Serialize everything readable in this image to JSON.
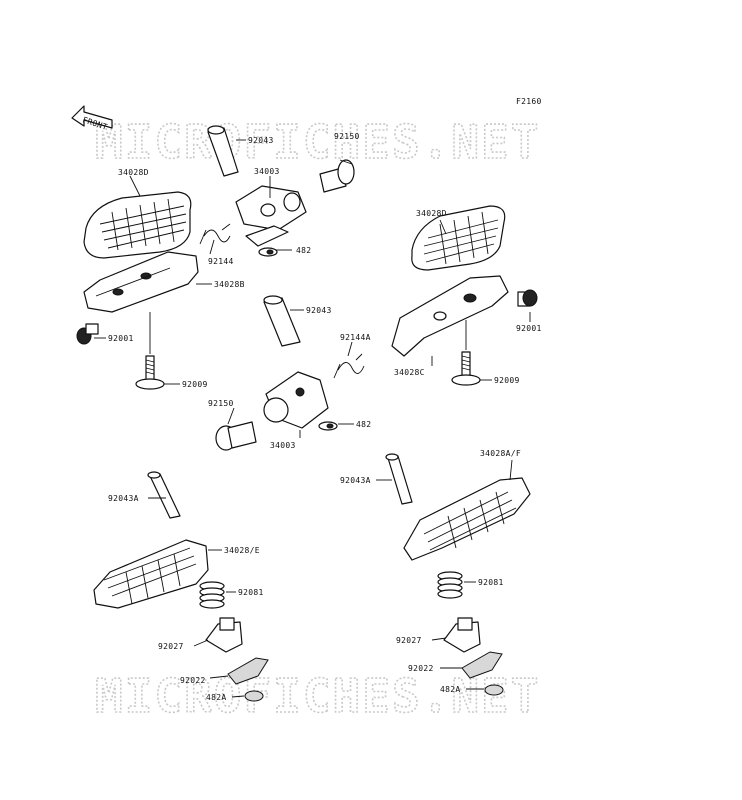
{
  "diagram_code": "F2160",
  "front_label": "FRONT",
  "watermark_text": "MICROFICHES.NET",
  "labels": {
    "l92043_top": "92043",
    "l92150_top": "92150",
    "l34028D_left": "34028D",
    "l34003_top": "34003",
    "l92144": "92144",
    "l482_top": "482",
    "l34028B": "34028B",
    "l92001_left": "92001",
    "l92009_left": "92009",
    "l34028D_right": "34028D",
    "l92001_right": "92001",
    "l92043_mid": "92043",
    "l92144A": "92144A",
    "l34028C": "34028C",
    "l92009_right": "92009",
    "l92150_bottom": "92150",
    "l482_mid": "482",
    "l34003_bottom": "34003",
    "l92043A_left": "92043A",
    "l34028E": "34028/E",
    "l92081_left": "92081",
    "l92027_left": "92027",
    "l92022_left": "92022",
    "l482A_left": "482A",
    "l34028AF": "34028A/F",
    "l92043A_right": "92043A",
    "l92081_right": "92081",
    "l92027_right": "92027",
    "l92022_right": "92022",
    "l482A_right": "482A"
  }
}
